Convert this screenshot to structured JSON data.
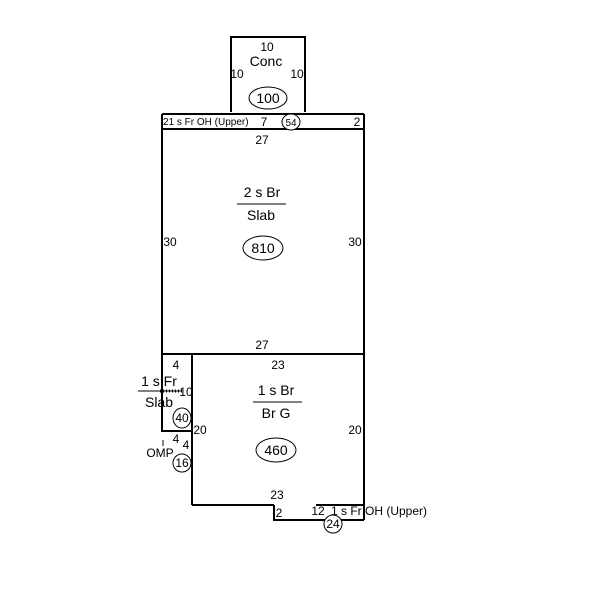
{
  "sketch": {
    "garage_pad": {
      "top": "10",
      "left": "10",
      "right": "10",
      "label": "Conc",
      "area": "100"
    },
    "upper_overhang": {
      "label": "21 s Fr OH  (Upper)",
      "dim_mid": "7",
      "dim_right": "2",
      "area": "54"
    },
    "main_block": {
      "top": "27",
      "left": "30",
      "right": "30",
      "bottom": "27",
      "label_top": "2 s Br",
      "label_bottom": "Slab",
      "area": "810"
    },
    "lower_block": {
      "top": "23",
      "left": "20",
      "right": "20",
      "bottom": "23",
      "label_top": "1 s Br",
      "label_bottom": "Br G",
      "area": "460"
    },
    "side_frame": {
      "dim_top": "4",
      "dim_right": "10",
      "label_top": "1 s Fr",
      "label_bottom": "Slab",
      "area": "40"
    },
    "porch": {
      "dim_top": "4",
      "dim_right": "4",
      "label": "OMP",
      "area": "16"
    },
    "bottom_overhang": {
      "dim_left": "2",
      "dim_top": "12",
      "label": "1 s Fr OH  (Upper)",
      "area": "24"
    }
  }
}
